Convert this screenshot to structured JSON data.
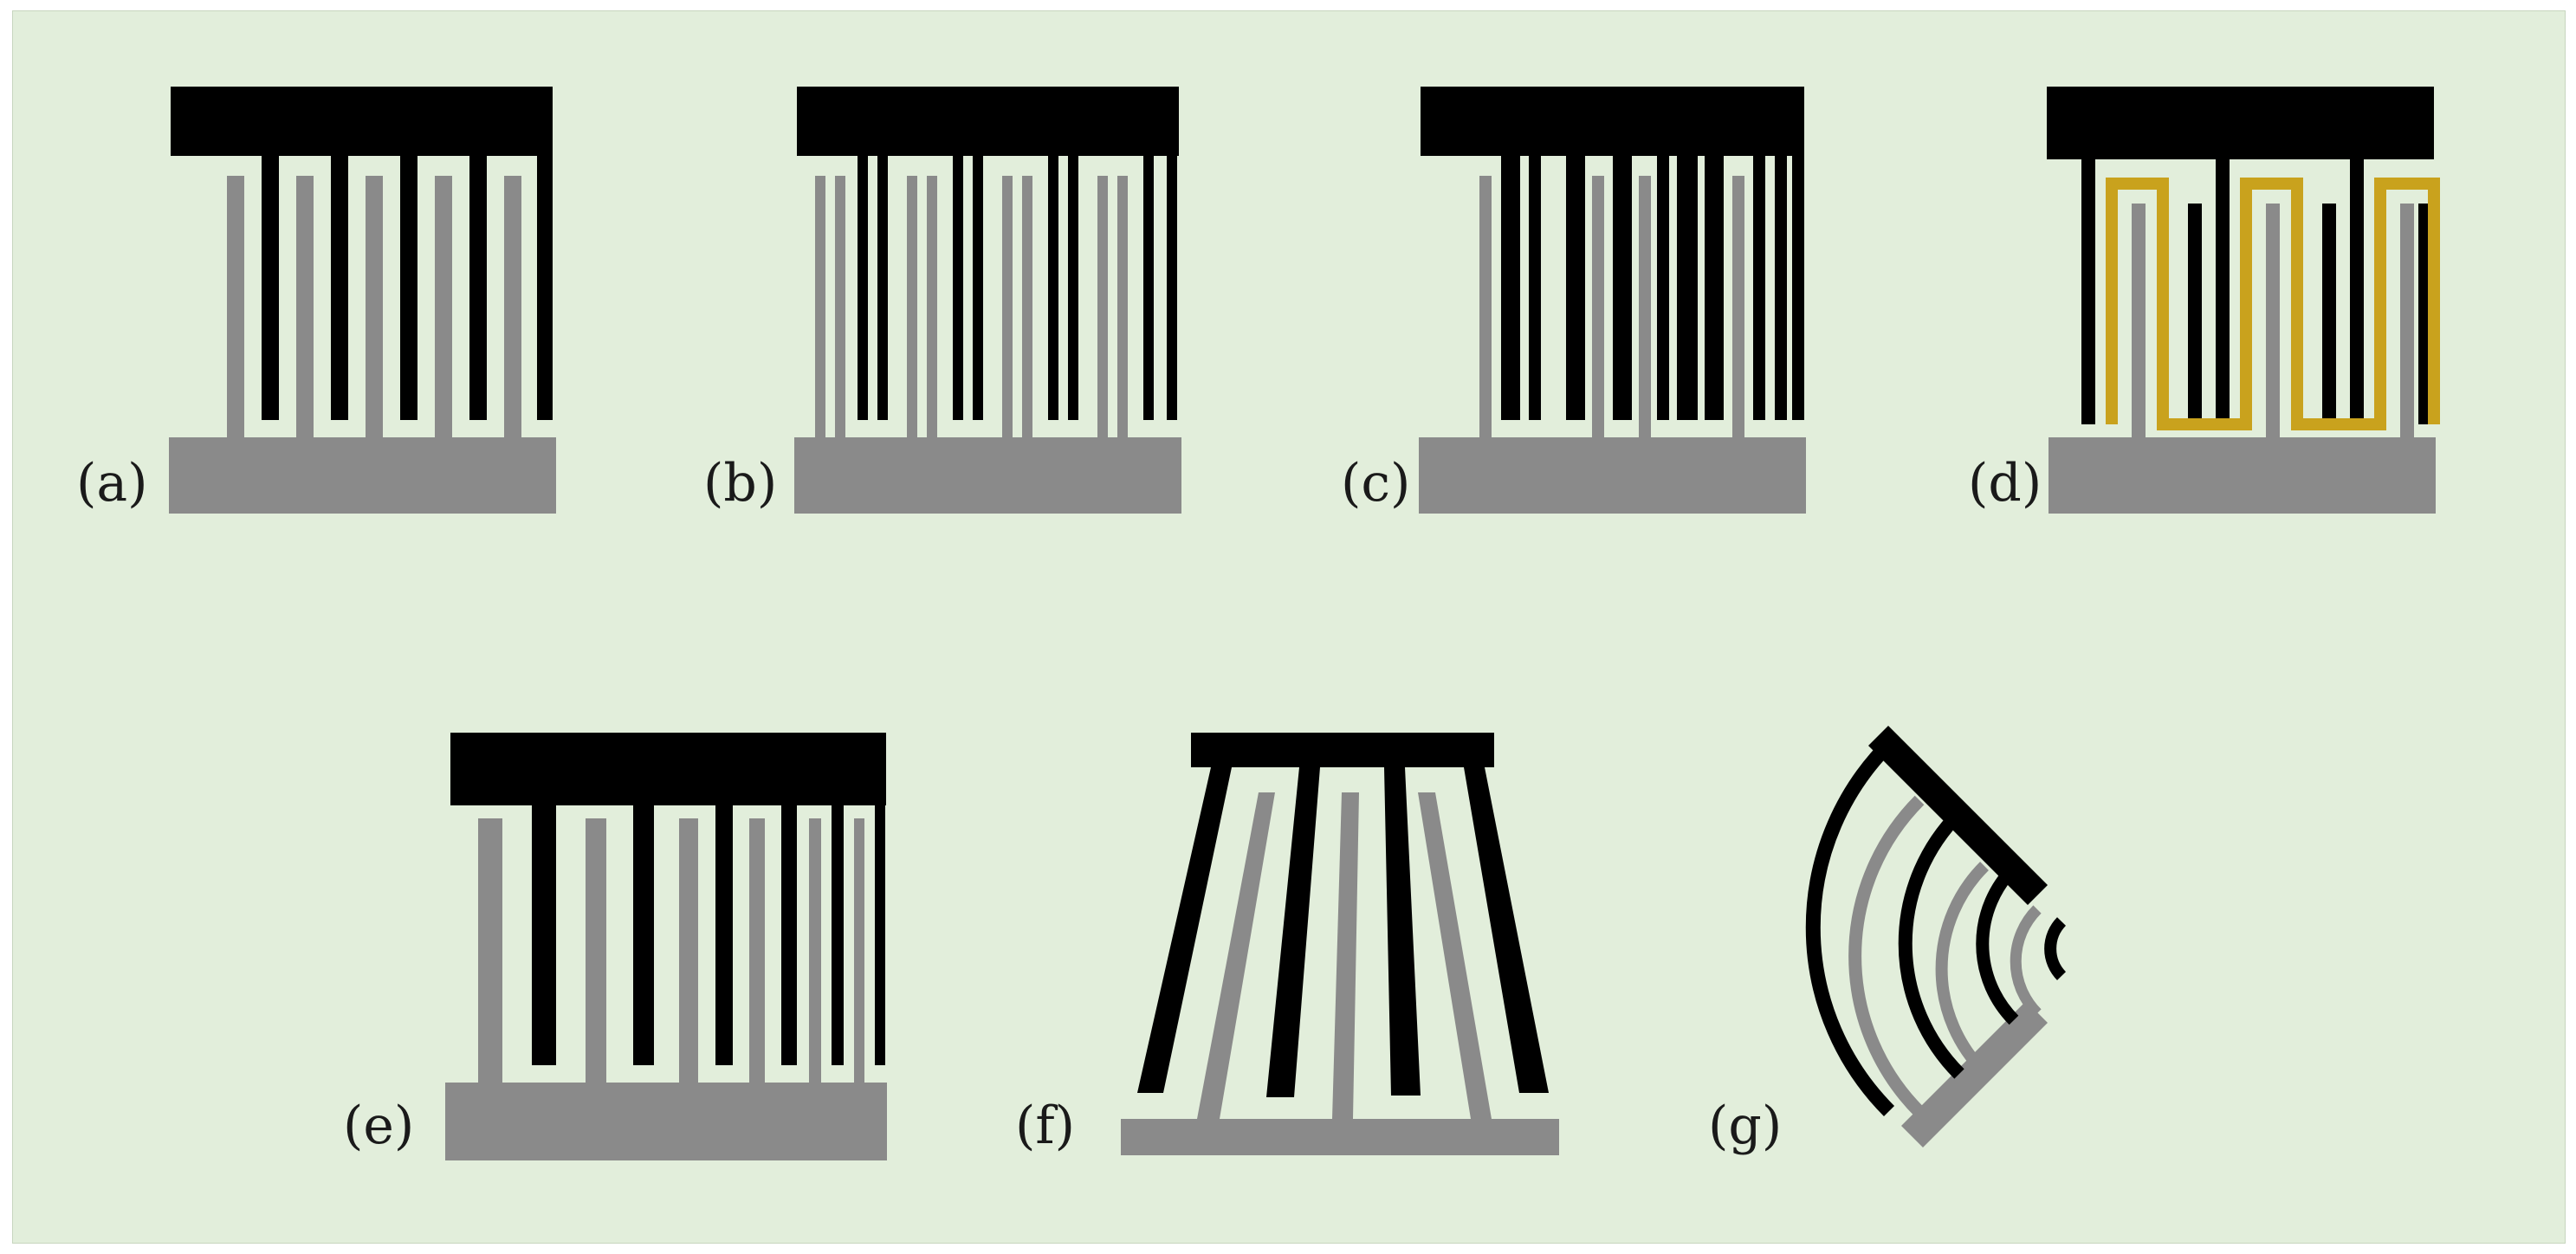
{
  "colors": {
    "background": "#e2eedb",
    "electrode_top": "#000000",
    "electrode_bottom": "#8a8a8a",
    "floating_electrode": "#c9a21d"
  },
  "panels": [
    {
      "id": "a",
      "label": "(a)",
      "description": "uniform interdigitated electrode"
    },
    {
      "id": "b",
      "label": "(b)",
      "description": "split-finger electrode"
    },
    {
      "id": "c",
      "label": "(c)",
      "description": "mixed finger widths"
    },
    {
      "id": "d",
      "label": "(d)",
      "description": "electrode with floating meander"
    },
    {
      "id": "e",
      "label": "(e)",
      "description": "chirped finger spacing"
    },
    {
      "id": "f",
      "label": "(f)",
      "description": "tapered fan-shaped fingers"
    },
    {
      "id": "g",
      "label": "(g)",
      "description": "curved focusing fingers"
    }
  ]
}
